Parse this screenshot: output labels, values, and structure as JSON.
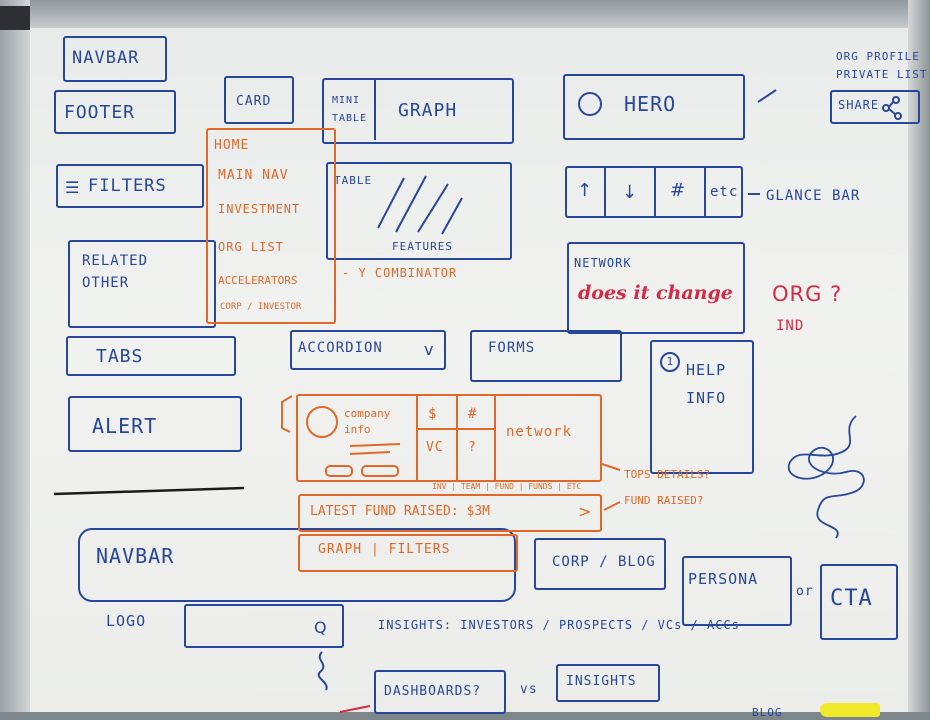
{
  "whiteboard": {
    "blue_boxes": {
      "navbar_top": "NAVBAR",
      "footer": "FOOTER",
      "card": "CARD",
      "mini_table": "MINI\nTABLE",
      "graph": "GRAPH",
      "hero": "HERO",
      "org_profile": "ORG PROFILE",
      "private_list": "PRIVATE LIST",
      "share": "SHARE",
      "filters": "FILTERS",
      "table": "TABLE",
      "features": "FEATURES",
      "glance_up": "↑",
      "glance_down": "↓",
      "glance_hash": "#",
      "glance_etc": "etc",
      "glance_bar": "GLANCE BAR",
      "related_other": "RELATED\nOTHER",
      "network": "NETWORK",
      "tabs": "TABS",
      "accordion": "ACCORDION",
      "forms": "FORMS",
      "help_info": "HELP\nINFO",
      "alert": "ALERT",
      "navbar_bottom": "NAVBAR",
      "logo": "LOGO",
      "corp_blog": "CORP / BLOG",
      "persona": "PERSONA",
      "or": "or",
      "cta": "CTA",
      "insights_line": "INSIGHTS: INVESTORS / PROSPECTS / VCs / ACCs",
      "dashboards": "DASHBOARDS?",
      "vs": "vs",
      "insights_box": "INSIGHTS",
      "blog": "BLOG"
    },
    "orange_notes": {
      "nav_list": [
        "HOME",
        "MAIN NAV",
        "INVESTMENT",
        "ORG LIST",
        "ACCELERATORS",
        "CORP / INVESTOR"
      ],
      "y_combinator": "- Y COMBINATOR",
      "company_info": "company\ninfo",
      "dollar": "$",
      "hash": "#",
      "vc": "VC",
      "question": "?",
      "network": "network",
      "tabs_row": "INV | TEAM | FUND | FUNDS | ETC",
      "latest_fund": "LATEST FUND RAISED: $3M",
      "graph_filters": "GRAPH | FILTERS",
      "tops_details": "TOPS DETAILS?",
      "fund_raised": "FUND RAISED?"
    },
    "red_notes": {
      "does_it_change": "does it change",
      "org": "ORG ?",
      "ind": "IND"
    }
  },
  "colors": {
    "blue_marker": "#27479a",
    "orange_marker": "#e0692a",
    "red_marker": "#d52a44",
    "board": "#eef0ee"
  }
}
